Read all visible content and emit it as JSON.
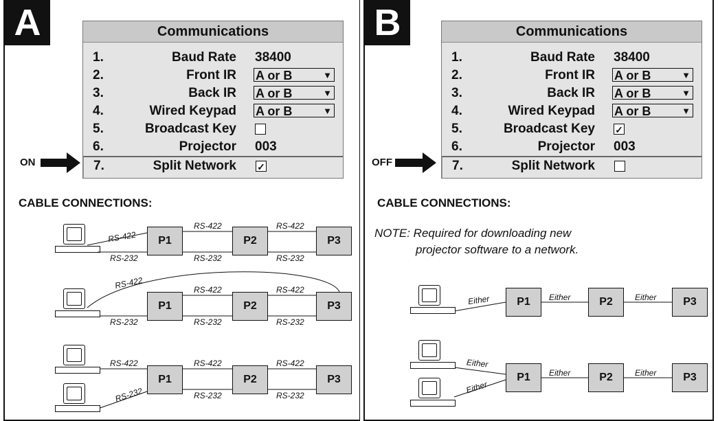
{
  "panel_a": {
    "letter": "A",
    "menu": {
      "title": "Communications",
      "rows": [
        {
          "num": "1.",
          "label": "Baud Rate",
          "value": "38400"
        },
        {
          "num": "2.",
          "label": "Front IR",
          "value": "A or B"
        },
        {
          "num": "3.",
          "label": "Back IR",
          "value": "A or B"
        },
        {
          "num": "4.",
          "label": "Wired Keypad",
          "value": "A or B"
        },
        {
          "num": "5.",
          "label": "Broadcast Key",
          "checked": ""
        },
        {
          "num": "6.",
          "label": "Projector",
          "value": "003"
        },
        {
          "num": "7.",
          "label": "Split Network",
          "checked": "✓"
        }
      ]
    },
    "arrow_label": "ON",
    "heading": "CABLE CONNECTIONS:",
    "nodes": [
      "P1",
      "P2",
      "P3"
    ],
    "labels": {
      "rs422": "RS-422",
      "rs232": "RS-232"
    }
  },
  "panel_b": {
    "letter": "B",
    "menu": {
      "title": "Communications",
      "rows": [
        {
          "num": "1.",
          "label": "Baud Rate",
          "value": "38400"
        },
        {
          "num": "2.",
          "label": "Front IR",
          "value": "A or B"
        },
        {
          "num": "3.",
          "label": "Back IR",
          "value": "A or B"
        },
        {
          "num": "4.",
          "label": "Wired Keypad",
          "value": "A or B"
        },
        {
          "num": "5.",
          "label": "Broadcast Key",
          "checked": "✓"
        },
        {
          "num": "6.",
          "label": "Projector",
          "value": "003"
        },
        {
          "num": "7.",
          "label": "Split Network",
          "checked": ""
        }
      ]
    },
    "arrow_label": "OFF",
    "heading": "CABLE CONNECTIONS:",
    "note_line1": "NOTE: Required for downloading new",
    "note_line2": "projector software to a network.",
    "nodes": [
      "P1",
      "P2",
      "P3"
    ],
    "labels": {
      "either": "Either"
    }
  },
  "dropdown_arrow": "▼"
}
